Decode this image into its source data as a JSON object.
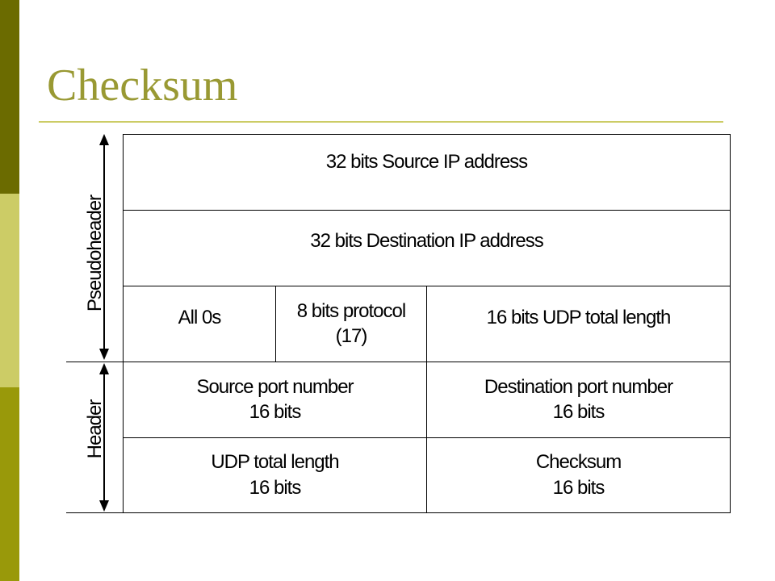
{
  "slide": {
    "title": "Checksum"
  },
  "diagram": {
    "labels": {
      "pseudoheader": "Pseudoheader",
      "header": "Header"
    },
    "rows": {
      "source_ip": "32 bits Source IP address",
      "dest_ip": "32 bits Destination IP address",
      "all_zeros": "All 0s",
      "protocol_line1": "8 bits protocol",
      "protocol_line2": "(17)",
      "udp_length_pseudo": "16 bits UDP total length",
      "src_port_line1": "Source port number",
      "src_port_line2": "16 bits",
      "dst_port_line1": "Destination port number",
      "dst_port_line2": "16 bits",
      "udp_length_line1": "UDP total length",
      "udp_length_line2": "16 bits",
      "checksum_line1": "Checksum",
      "checksum_line2": "16 bits"
    }
  }
}
